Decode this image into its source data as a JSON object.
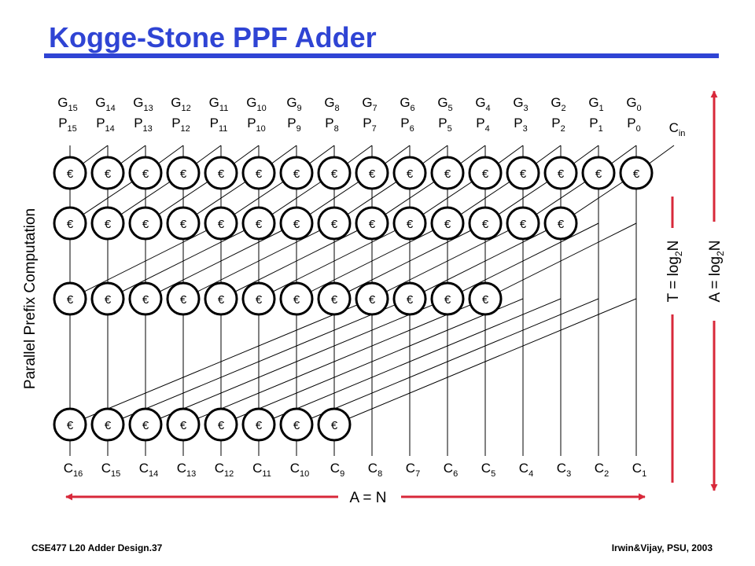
{
  "title": "Kogge-Stone PPF Adder",
  "footer": {
    "left": "CSE477  L20 Adder Design.37",
    "right": "Irwin&Vijay, PSU, 2003"
  },
  "accent_color": "#2f44d4",
  "arrow_color": "#d8283a",
  "cell_symbol": "€",
  "cin": {
    "base": "C",
    "sub": "in"
  },
  "inputs": [
    {
      "g": "15",
      "p": "15"
    },
    {
      "g": "14",
      "p": "14"
    },
    {
      "g": "13",
      "p": "13"
    },
    {
      "g": "12",
      "p": "12"
    },
    {
      "g": "11",
      "p": "11"
    },
    {
      "g": "10",
      "p": "10"
    },
    {
      "g": "9",
      "p": "9"
    },
    {
      "g": "8",
      "p": "8"
    },
    {
      "g": "7",
      "p": "7"
    },
    {
      "g": "6",
      "p": "6"
    },
    {
      "g": "5",
      "p": "5"
    },
    {
      "g": "4",
      "p": "4"
    },
    {
      "g": "3",
      "p": "3"
    },
    {
      "g": "2",
      "p": "2"
    },
    {
      "g": "1",
      "p": "1"
    },
    {
      "g": "0",
      "p": "0"
    }
  ],
  "outputs": [
    "16",
    "15",
    "14",
    "13",
    "12",
    "11",
    "10",
    "9",
    "8",
    "7",
    "6",
    "5",
    "4",
    "3",
    "2",
    "1"
  ],
  "stages": [
    {
      "cells": 16,
      "span": 1
    },
    {
      "cells": 14,
      "span": 2
    },
    {
      "cells": 12,
      "span": 4
    },
    {
      "cells": 8,
      "span": 8
    }
  ],
  "side_label": "Parallel Prefix Computation",
  "time_label": {
    "prefix": "T = log",
    "sub": "2",
    "suffix": "N"
  },
  "area_label": {
    "prefix": "A = log",
    "sub": "2",
    "suffix": "N"
  },
  "width_label": "A = N"
}
